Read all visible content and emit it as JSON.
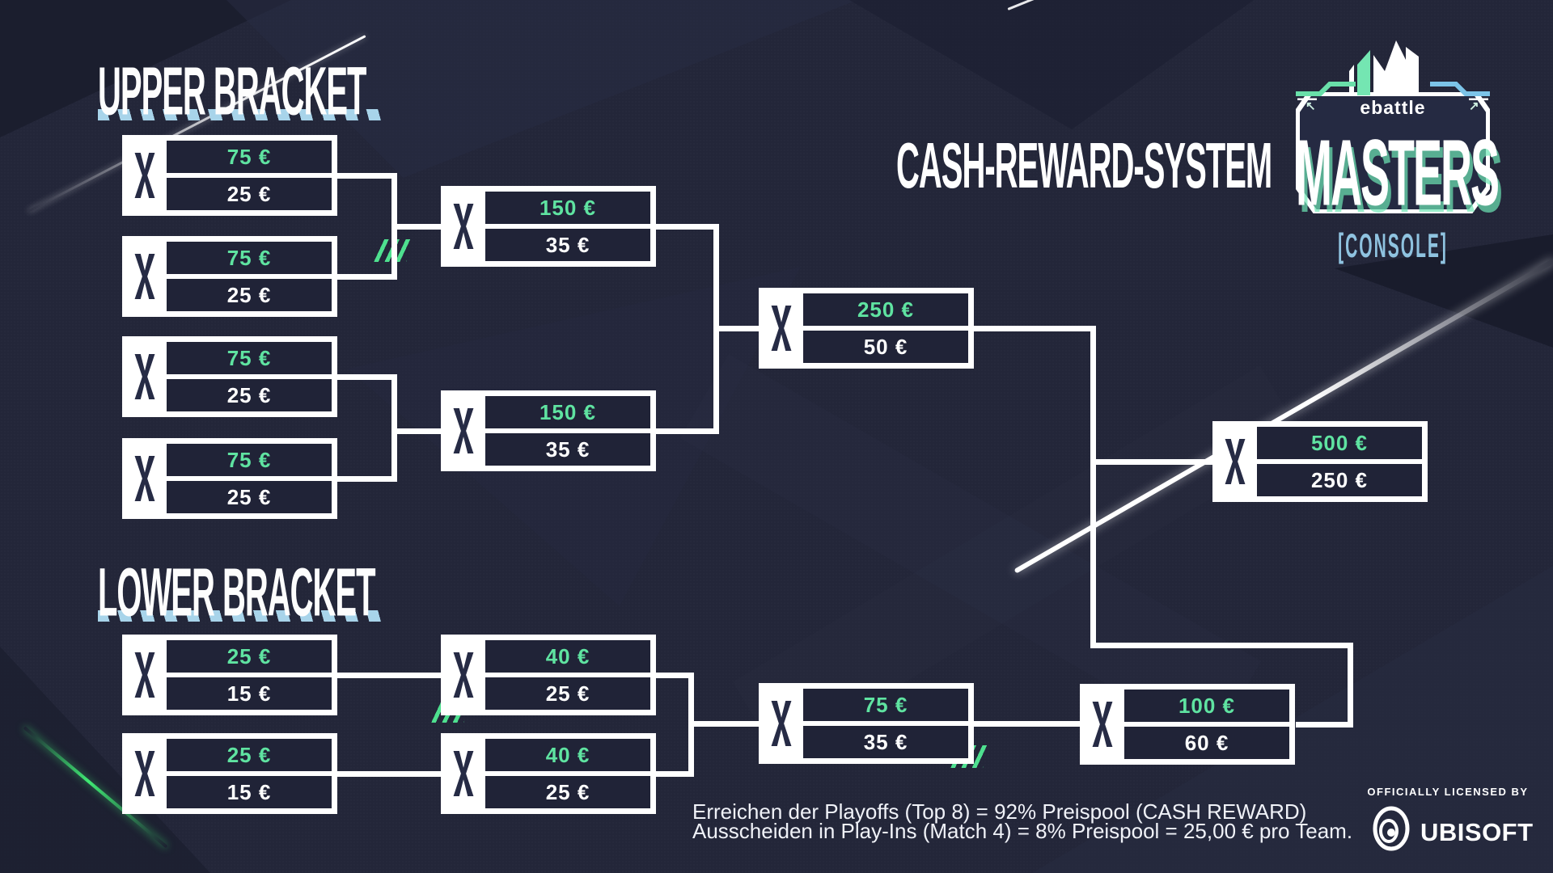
{
  "page": {
    "upper_title": "UPPER BRACKET",
    "lower_title": "LOWER BRACKET",
    "heading": "CASH-REWARD-SYSTEM"
  },
  "logo": {
    "wordmark_small": "ebattle",
    "wordmark_main": "MASTERS",
    "platform": "[CONSOLE]"
  },
  "matches": {
    "ub1": {
      "win": "75 €",
      "lose": "25 €"
    },
    "ub2": {
      "win": "75 €",
      "lose": "25 €"
    },
    "ub3": {
      "win": "75 €",
      "lose": "25 €"
    },
    "ub4": {
      "win": "75 €",
      "lose": "25 €"
    },
    "ub_sf1": {
      "win": "150 €",
      "lose": "35 €"
    },
    "ub_sf2": {
      "win": "150 €",
      "lose": "35 €"
    },
    "ub_final": {
      "win": "250 €",
      "lose": "50 €"
    },
    "grand_final": {
      "win": "500 €",
      "lose": "250 €"
    },
    "lb1": {
      "win": "25 €",
      "lose": "15 €"
    },
    "lb2": {
      "win": "25 €",
      "lose": "15 €"
    },
    "lb3": {
      "win": "40 €",
      "lose": "25 €"
    },
    "lb4": {
      "win": "40 €",
      "lose": "25 €"
    },
    "lb_sf": {
      "win": "75 €",
      "lose": "35 €"
    },
    "lb_final": {
      "win": "100 €",
      "lose": "60 €"
    }
  },
  "footnote": {
    "line1": "Erreichen der Playoffs (Top 8) = 92% Preispool (CASH REWARD)",
    "line2": "Ausscheiden in Play-Ins (Match 4) = 8% Preispool = 25,00 € pro Team."
  },
  "license": {
    "label": "OFFICIALLY LICENSED BY",
    "brand": "UBISOFT"
  },
  "icons": {
    "team_placeholder": "x-mark",
    "license_logo": "ubisoft-swirl",
    "crown": "masters-crown"
  },
  "colors": {
    "background": "#232639",
    "box_fill": "#202337",
    "accent_green": "#5fe3a1",
    "hatch_green": "#4ee08f",
    "console_blue": "#8fc3e0",
    "underline_blue": "#a8d4ea",
    "white": "#ffffff"
  }
}
